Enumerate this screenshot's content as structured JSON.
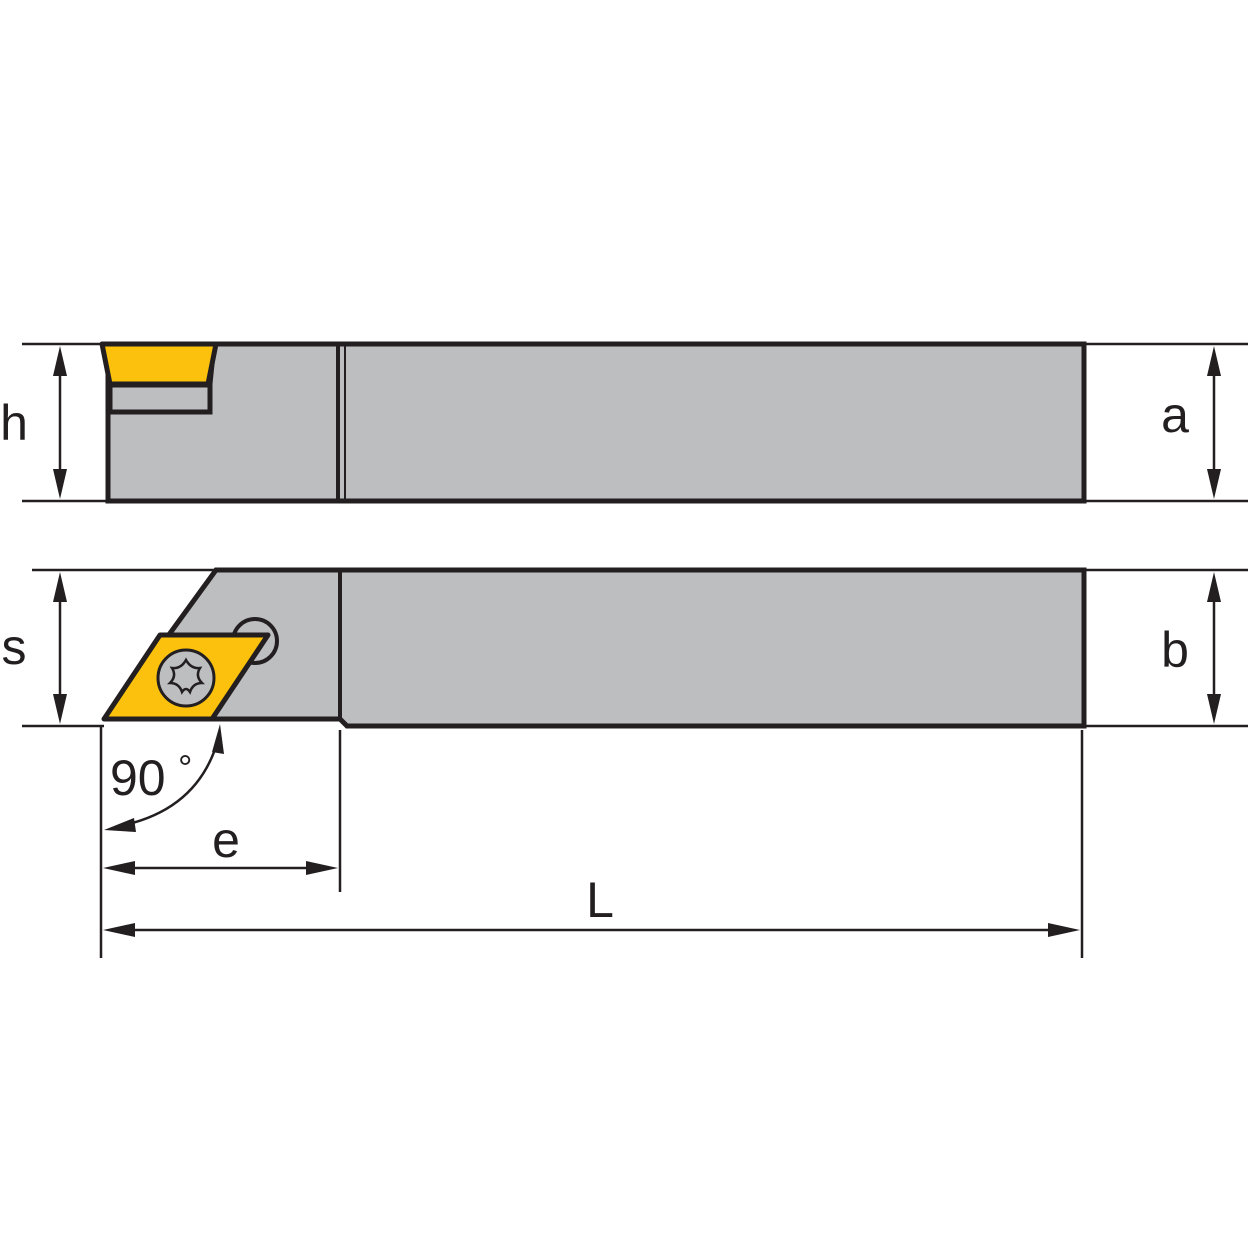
{
  "colors": {
    "body": "#bcbec0",
    "outline": "#231f20",
    "insert": "#fcc10d",
    "background": "#ffffff"
  },
  "labels": {
    "h": "h",
    "a": "a",
    "s": "s",
    "b": "b",
    "e": "e",
    "L": "L",
    "angle": "90",
    "degree": "°"
  },
  "icons": {
    "screw": "torx-screw-icon"
  }
}
